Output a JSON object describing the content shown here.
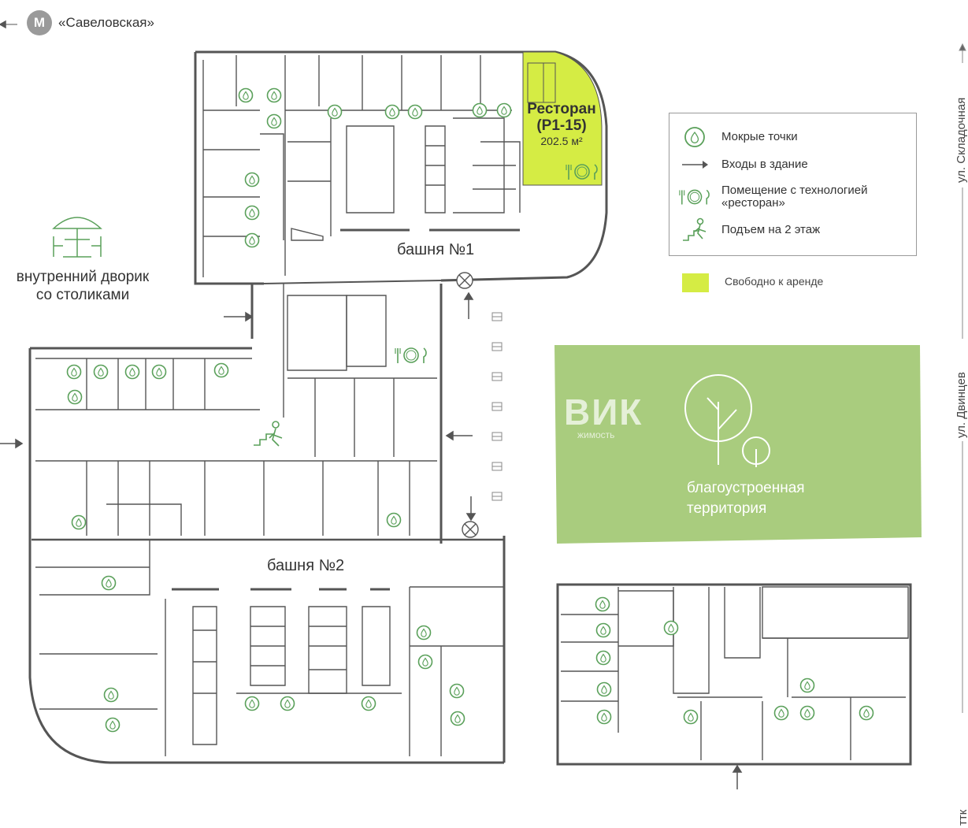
{
  "metro": {
    "badge": "М",
    "station": "«Савеловская»"
  },
  "streets": {
    "right_top": "ул. Складочная",
    "right_middle": "ул. Двинцев",
    "right_bottom": "ттк"
  },
  "labels": {
    "tower1": "башня №1",
    "tower2": "башня №2",
    "courtyard_line1": "внутренний дворик",
    "courtyard_line2": "со столиками",
    "green_line1": "благоустроенная",
    "green_line2": "территория",
    "watermark": "ВИК",
    "watermark_sub": "жимость"
  },
  "restaurant": {
    "name": "Ресторан",
    "code": "(Р1-15)",
    "area": "202.5 м²"
  },
  "legend": {
    "items": [
      {
        "icon": "water-drop-icon",
        "label": "Мокрые точки"
      },
      {
        "icon": "arrow-right-icon",
        "label": "Входы в здание"
      },
      {
        "icon": "restaurant-icon",
        "label": "Помещение с технологией «ресторан»"
      },
      {
        "icon": "stairs-up-icon",
        "label": "Подъем на 2 этаж"
      }
    ],
    "free_label": "Свободно к аренде"
  },
  "colors": {
    "free_for_rent": "#d5ec44",
    "landscaped": "#a9cc7e",
    "wet_point": "#5aa05a",
    "walls": "#555555"
  }
}
